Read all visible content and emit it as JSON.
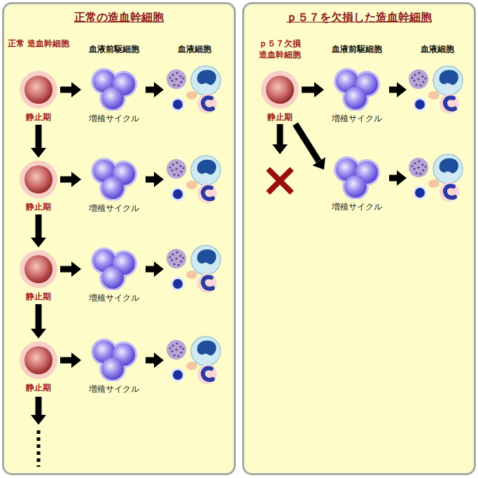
{
  "diagram": {
    "nodes": [
      {
        "text": [
          "正常の造血幹細胞"
        ]
      },
      {
        "text": [
          "静止期"
        ],
        "in": 0
      },
      {
        "text": [
          "増殖サイクル"
        ],
        "in": 0
      },
      {
        "text": [
          "静止期"
        ],
        "in": 0
      },
      {
        "text": [
          "増殖サイクル"
        ],
        "in": 0
      },
      {
        "text": [
          "静止期"
        ],
        "in": 0
      },
      {
        "text": [
          "増殖サイクル"
        ],
        "in": 0
      },
      {
        "text": [
          "静止期"
        ],
        "in": 0
      },
      {
        "text": [
          "増殖サイクル"
        ],
        "in": 0
      },
      {
        "text": [
          "ｐ５７を欠損した造血幹細胞"
        ]
      },
      {
        "text": [
          "静止期"
        ],
        "in": 9
      },
      {
        "text": [
          "増殖サイクル"
        ],
        "in": 9
      },
      {
        "text": [
          "増殖サイクル"
        ],
        "in": 9
      }
    ],
    "edges": [
      {
        "from": 1,
        "to": 2,
        "arrow": "to"
      },
      {
        "from": 1,
        "to": 3,
        "arrow": "to"
      },
      {
        "from": 3,
        "to": 4,
        "arrow": "to"
      },
      {
        "from": 3,
        "to": 5,
        "arrow": "to"
      },
      {
        "from": 5,
        "to": 6,
        "arrow": "to"
      },
      {
        "from": 5,
        "to": 7,
        "arrow": "to"
      },
      {
        "from": 7,
        "to": 8,
        "arrow": "to"
      },
      {
        "from": 10,
        "to": 11,
        "arrow": "to"
      },
      {
        "from": 10,
        "to": 12,
        "arrow": "to"
      }
    ],
    "labels": [
      "正常 造血幹細胞",
      "血液前駆細胞",
      "血液細胞",
      "ｐ５７欠損 造血幹細胞",
      "血液前駆細胞",
      "血液細胞"
    ]
  }
}
